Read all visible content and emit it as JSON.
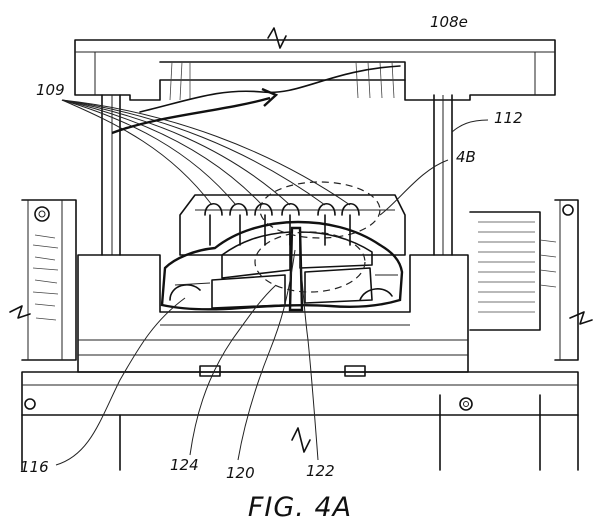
{
  "figure": {
    "caption": "FIG. 4A",
    "labels": {
      "l108e": "108e",
      "l109": "109",
      "l112": "112",
      "l4b": "4B",
      "l116": "116",
      "l124": "124",
      "l120": "120",
      "l122": "122"
    }
  }
}
